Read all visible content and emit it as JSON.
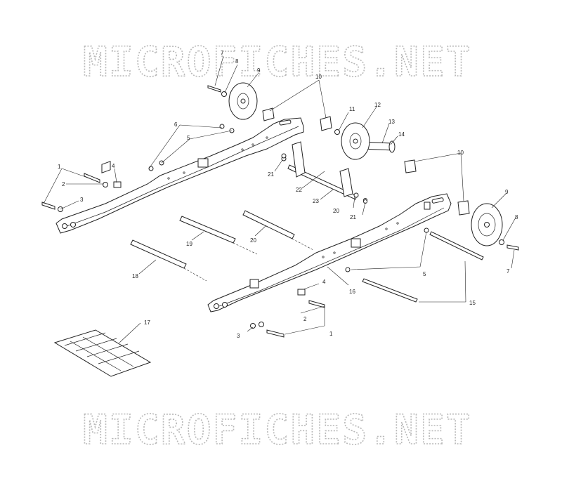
{
  "watermark": {
    "text": "MICROFICHES.NET"
  },
  "callouts": {
    "c1a": "1",
    "c1b": "1",
    "c2a": "2",
    "c2b": "2",
    "c3a": "3",
    "c3b": "3",
    "c4a": "4",
    "c4b": "4",
    "c5a": "5",
    "c5b": "5",
    "c6": "6",
    "c7a": "7",
    "c7b": "7",
    "c8a": "8",
    "c8b": "8",
    "c9a": "9",
    "c9b": "9",
    "c10a": "10",
    "c10b": "10",
    "c11": "11",
    "c12": "12",
    "c13": "13",
    "c14": "14",
    "c15": "15",
    "c16": "16",
    "c17": "17",
    "c18": "18",
    "c19": "19",
    "c20a": "20",
    "c20b": "20",
    "c21a": "21",
    "c21b": "21",
    "c22": "22",
    "c23": "23"
  }
}
